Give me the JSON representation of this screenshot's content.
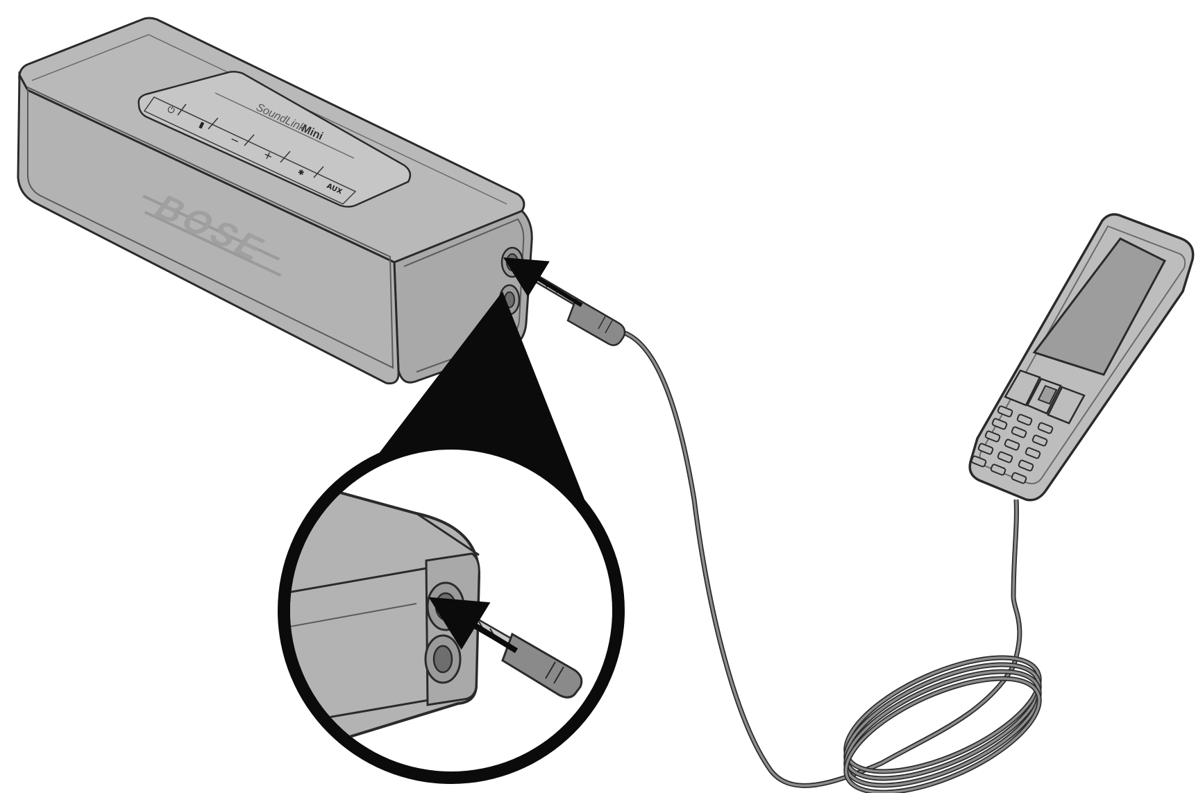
{
  "speaker": {
    "brand": "BOSE",
    "model_prefix": "SoundLink",
    "model_suffix": "Mini",
    "buttons": [
      "⏻",
      "▮",
      "−",
      "+",
      "✱",
      "AUX"
    ]
  },
  "colors": {
    "body": "#b5b5b5",
    "body_side": "#a9a9a9",
    "panel": "#c4c4c4",
    "outline": "#2a2a2a",
    "callout": "#0b0b0b",
    "cable": "#8e8e8e",
    "screen": "#9d9d9d"
  }
}
